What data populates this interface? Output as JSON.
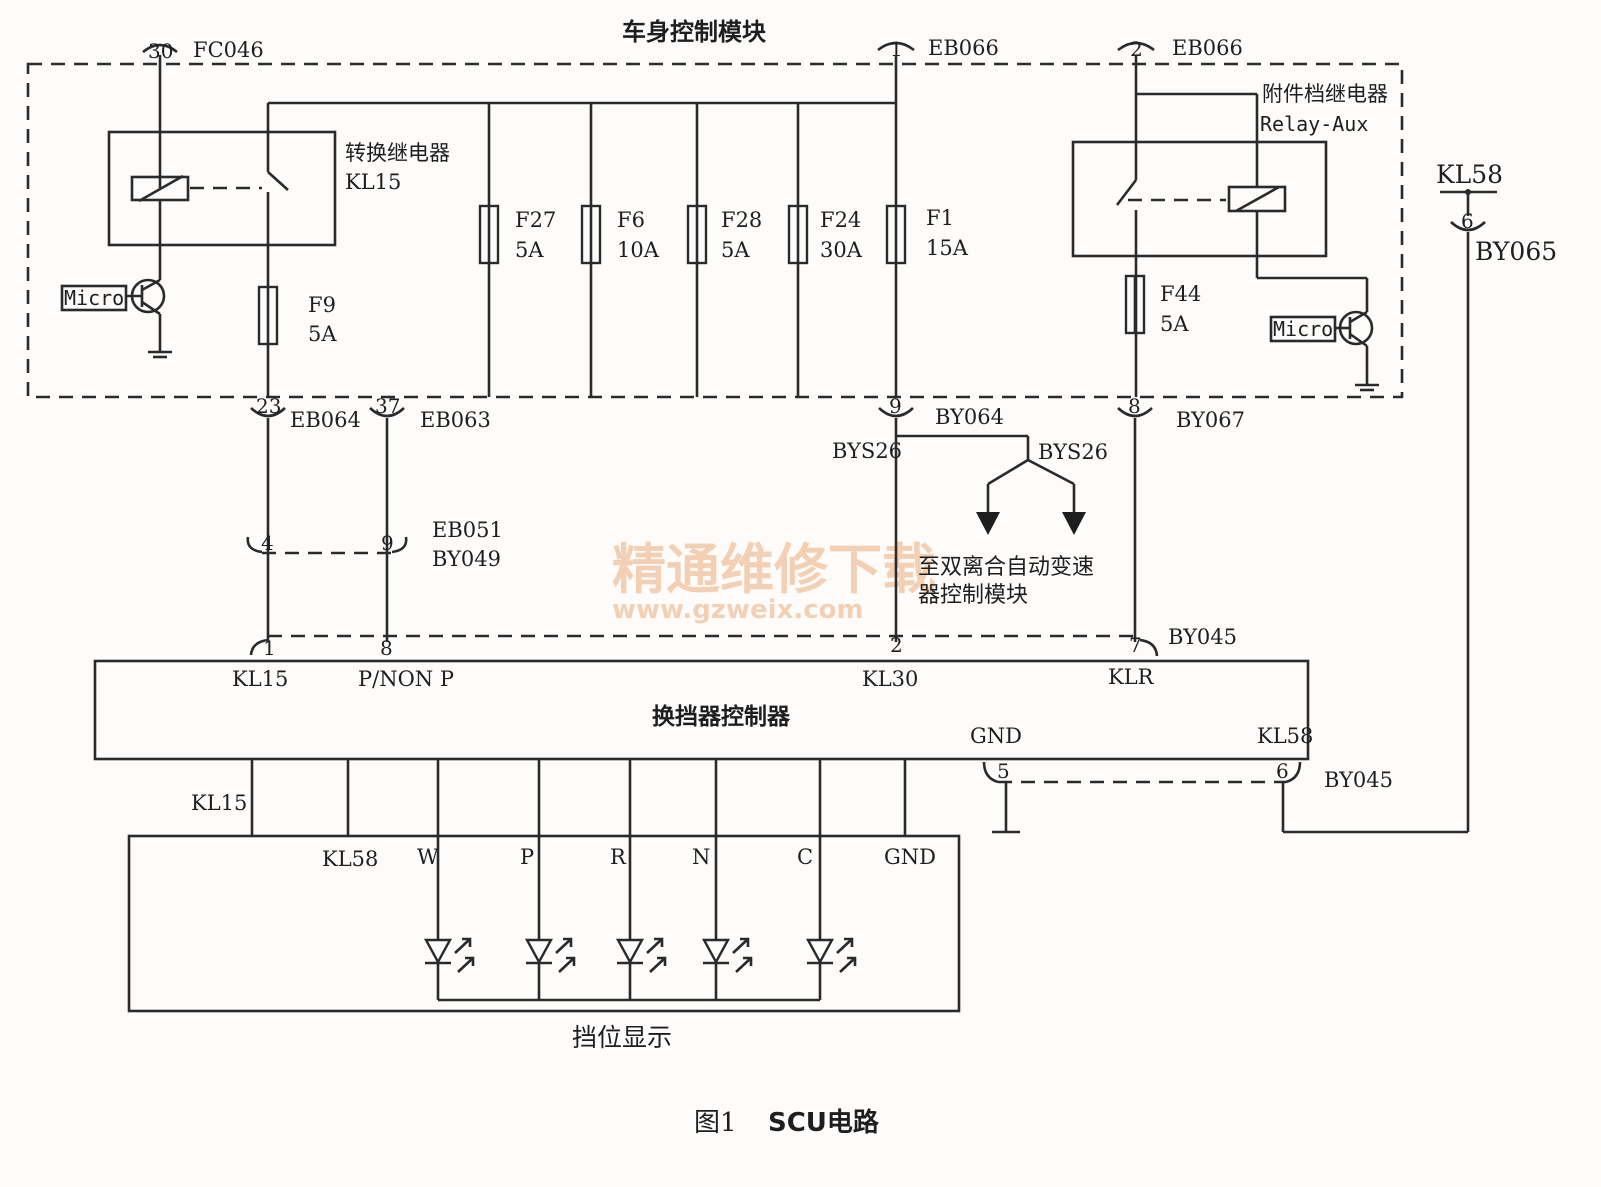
{
  "title": "车身控制模块",
  "caption": {
    "fig": "图1",
    "name": "SCU电路"
  },
  "watermark": {
    "line1": "精通维修下载",
    "line2": "www.gzweix.com"
  },
  "top_connectors": [
    {
      "pin": "30",
      "id": "FC046"
    },
    {
      "pin": "1",
      "id": "EB066"
    },
    {
      "pin": "2",
      "id": "EB066"
    }
  ],
  "relays": {
    "switch": {
      "name": "转换继电器",
      "code": "KL15"
    },
    "aux": {
      "name": "附件档继电器",
      "code": "Relay-Aux"
    }
  },
  "micro_label": "Micro",
  "fuses": [
    {
      "name": "F9",
      "rating": "5A"
    },
    {
      "name": "F27",
      "rating": "5A"
    },
    {
      "name": "F6",
      "rating": "10A"
    },
    {
      "name": "F28",
      "rating": "5A"
    },
    {
      "name": "F24",
      "rating": "30A"
    },
    {
      "name": "F1",
      "rating": "15A"
    },
    {
      "name": "F44",
      "rating": "5A"
    }
  ],
  "kl58_source": {
    "label": "KL58",
    "pin": "6",
    "id": "BY065"
  },
  "bcm_pins": [
    {
      "pin": "23",
      "id": "EB064"
    },
    {
      "pin": "37",
      "id": "EB063"
    },
    {
      "pin": "9",
      "id": "BY064"
    },
    {
      "pin": "8",
      "id": "BY067"
    }
  ],
  "splice": {
    "left": "BYS26",
    "right": "BYS26",
    "dest_line1": "至双离合自动变速",
    "dest_line2": "器控制模块"
  },
  "inline_connector": {
    "pin_a": "4",
    "pin_b": "9",
    "id1": "EB051",
    "id2": "BY049"
  },
  "controller": {
    "name": "换挡器控制器",
    "pins_top": [
      {
        "pin": "1",
        "label": "KL15"
      },
      {
        "pin": "8",
        "label": "P/NON P"
      },
      {
        "pin": "2",
        "label": "KL30"
      },
      {
        "pin": "7",
        "label": "KLR"
      }
    ],
    "top_connector": "BY045",
    "bottom_labels": {
      "gnd": "GND",
      "kl58": "KL58"
    },
    "bottom_pins": {
      "gnd_pin": "5",
      "kl58_pin": "6"
    },
    "bottom_connector": "BY045"
  },
  "display": {
    "name": "挡位显示",
    "kl15": "KL15",
    "labels": [
      "KL58",
      "W",
      "P",
      "R",
      "N",
      "C",
      "GND"
    ]
  }
}
